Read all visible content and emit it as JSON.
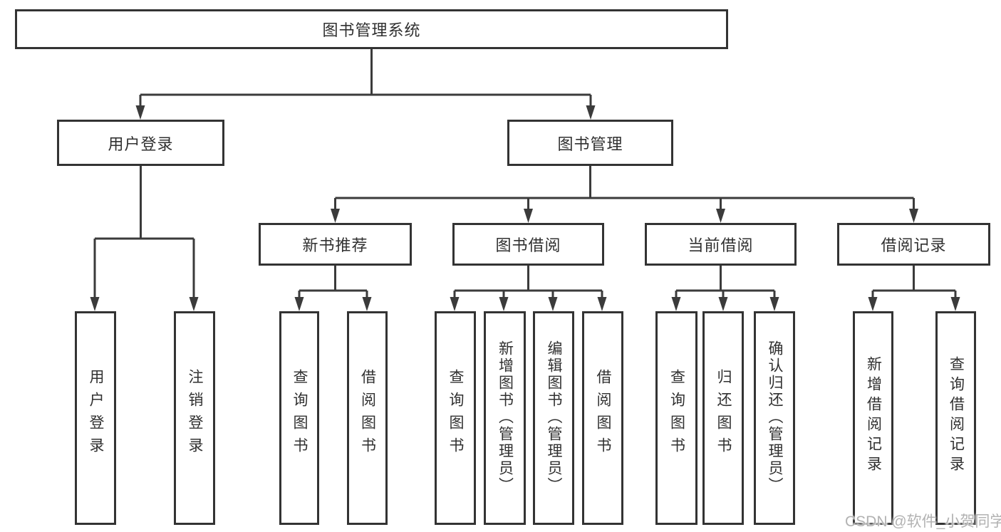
{
  "tree": {
    "root": "图书管理系统",
    "level1": [
      "用户登录",
      "图书管理"
    ],
    "level2": [
      "新书推荐",
      "图书借阅",
      "当前借阅",
      "借阅记录"
    ],
    "leaves_login": [
      "用户登录",
      "注销登录"
    ],
    "leaves_newbook": [
      "查询图书",
      "借阅图书"
    ],
    "leaves_borrow": [
      "查询图书",
      "新增图书（管理员）",
      "编辑图书（管理员）",
      "借阅图书"
    ],
    "leaves_current": [
      "查询图书",
      "归还图书",
      "确认归还（管理员）"
    ],
    "leaves_record": [
      "新增借阅记录",
      "查询借阅记录"
    ]
  },
  "watermark": "CSDN @软件_小贺同学",
  "colors": {
    "line": "#3b3b3b",
    "box_border": "#333333",
    "text": "#303030",
    "background": "#ffffff",
    "watermark": "#b2b2b2"
  }
}
